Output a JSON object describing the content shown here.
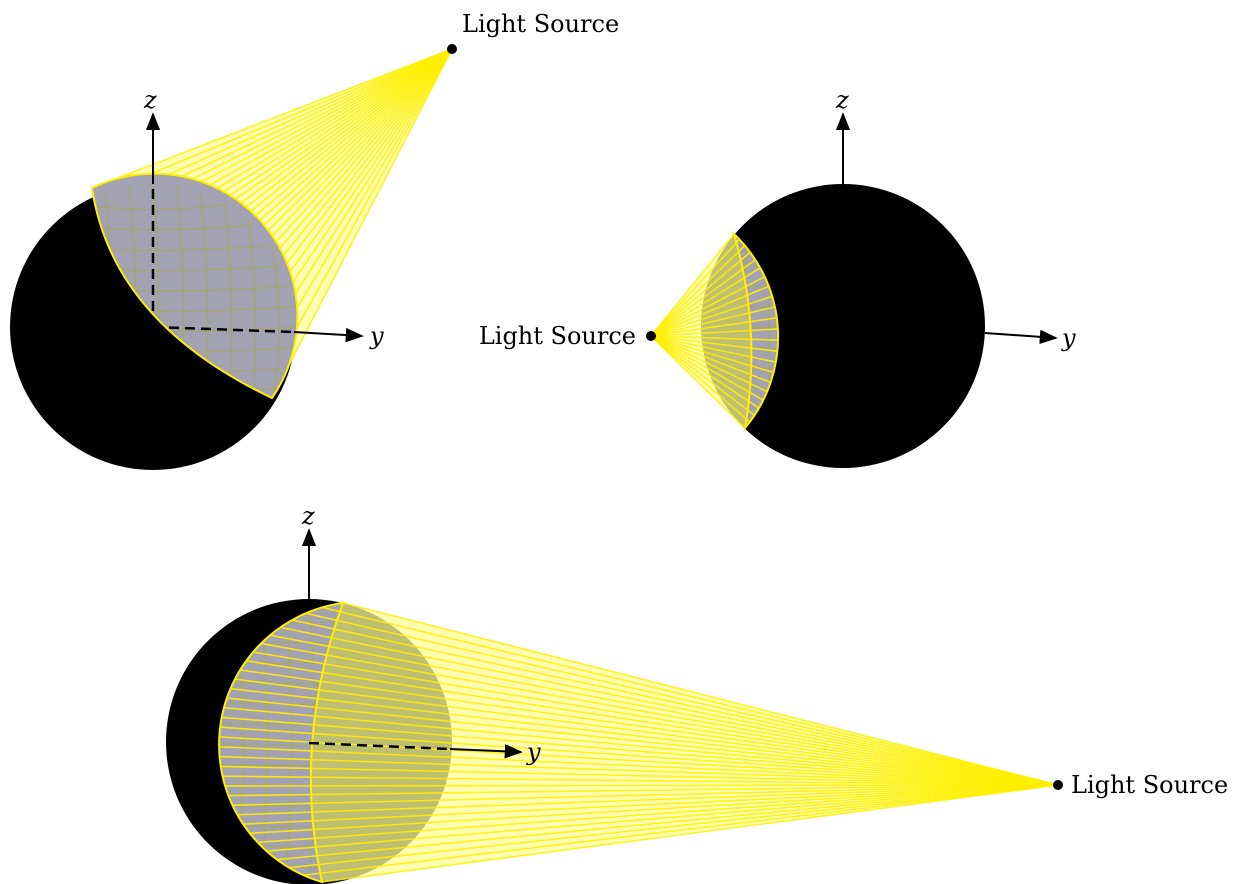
{
  "light_source_label": "Light Source",
  "axis_z_label": "z",
  "axis_y_label": "y",
  "panels": [
    {
      "id": "top-left",
      "light_source_label": "Light Source",
      "axis_z_label": "z",
      "axis_y_label": "y"
    },
    {
      "id": "top-right",
      "light_source_label": "Light Source",
      "axis_z_label": "z",
      "axis_y_label": "y"
    },
    {
      "id": "bottom",
      "light_source_label": "Light Source",
      "axis_z_label": "z",
      "axis_y_label": "y"
    }
  ],
  "colors": {
    "sphere": "#000000",
    "light": "#ffee00",
    "light_fill": "#ffff99",
    "lit_region": "#7070c0",
    "lit_grid": "#7a7a2a",
    "axis": "#000000"
  }
}
